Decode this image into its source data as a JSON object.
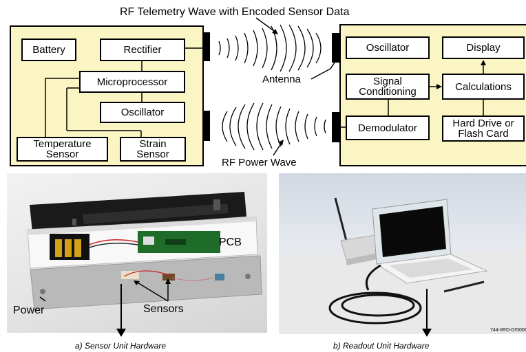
{
  "diagram": {
    "title": "RF Telemetry Wave with Encoded Sensor Data",
    "power_wave_label": "RF Power Wave",
    "antenna_label": "Antenna",
    "sensor_unit": {
      "battery": "Battery",
      "rectifier": "Rectifier",
      "microprocessor": "Microprocessor",
      "oscillator": "Oscillator",
      "temperature_sensor": "Temperature\nSensor",
      "strain_sensor": "Strain\nSensor"
    },
    "readout_unit": {
      "oscillator": "Oscillator",
      "display": "Display",
      "signal_conditioning": "Signal\nConditioning",
      "calculations": "Calculations",
      "demodulator": "Demodulator",
      "storage": "Hard Drive or\nFlash Card"
    }
  },
  "photos": {
    "sensor_unit": {
      "pcb_label": "PCB",
      "power_label": "Power",
      "sensors_label": "Sensors",
      "caption": "a) Sensor Unit Hardware"
    },
    "readout_unit": {
      "figure_id": "744-IIRD-070006",
      "caption": "b) Readout Unit Hardware"
    }
  }
}
